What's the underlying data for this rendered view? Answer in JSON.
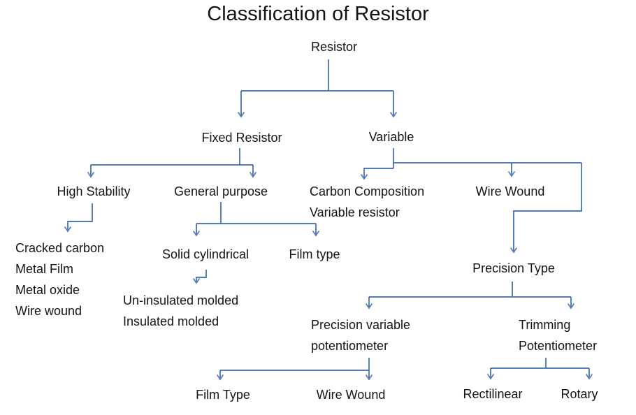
{
  "title": "Classification of Resistor",
  "colors": {
    "line": "#3B69B0",
    "arrowhead": "#5B7FC0",
    "text": "#141414",
    "background": "#FFFFFF"
  },
  "nodes": {
    "resistor": {
      "label": "Resistor"
    },
    "fixed_resistor": {
      "label": "Fixed Resistor"
    },
    "variable": {
      "label": "Variable"
    },
    "high_stability": {
      "label": "High Stability"
    },
    "general_purpose": {
      "label": "General purpose"
    },
    "carbon_composition": {
      "lines": [
        "Carbon Composition",
        "Variable resistor"
      ]
    },
    "wire_wound_variable": {
      "label": "Wire Wound"
    },
    "high_stability_types": {
      "lines": [
        "Cracked carbon",
        "Metal Film",
        "Metal oxide",
        "Wire wound"
      ]
    },
    "solid_cylindrical": {
      "label": "Solid cylindrical"
    },
    "film_type_general": {
      "label": "Film type"
    },
    "molded_types": {
      "lines": [
        "Un-insulated molded",
        "Insulated molded"
      ]
    },
    "precision_type": {
      "label": "Precision Type"
    },
    "precision_variable_potentiometer": {
      "lines": [
        "Precision variable",
        "potentiometer"
      ]
    },
    "trimming_potentiometer": {
      "lines": [
        "Trimming",
        "Potentiometer"
      ]
    },
    "film_type_precision": {
      "label": "Film Type"
    },
    "wire_wound_precision": {
      "label": "Wire Wound"
    },
    "rectilinear": {
      "label": "Rectilinear"
    },
    "rotary": {
      "label": "Rotary"
    }
  },
  "tree": {
    "Resistor": {
      "Fixed Resistor": {
        "High Stability": [
          "Cracked carbon",
          "Metal Film",
          "Metal oxide",
          "Wire wound"
        ],
        "General purpose": {
          "Solid cylindrical": [
            "Un-insulated molded",
            "Insulated molded"
          ],
          "Film type": []
        }
      },
      "Variable": {
        "Carbon Composition Variable resistor": [],
        "Wire Wound": {
          "Precision Type": {
            "Precision variable potentiometer": [
              "Film Type",
              "Wire Wound"
            ],
            "Trimming Potentiometer": [
              "Rectilinear",
              "Rotary"
            ]
          }
        }
      }
    }
  }
}
